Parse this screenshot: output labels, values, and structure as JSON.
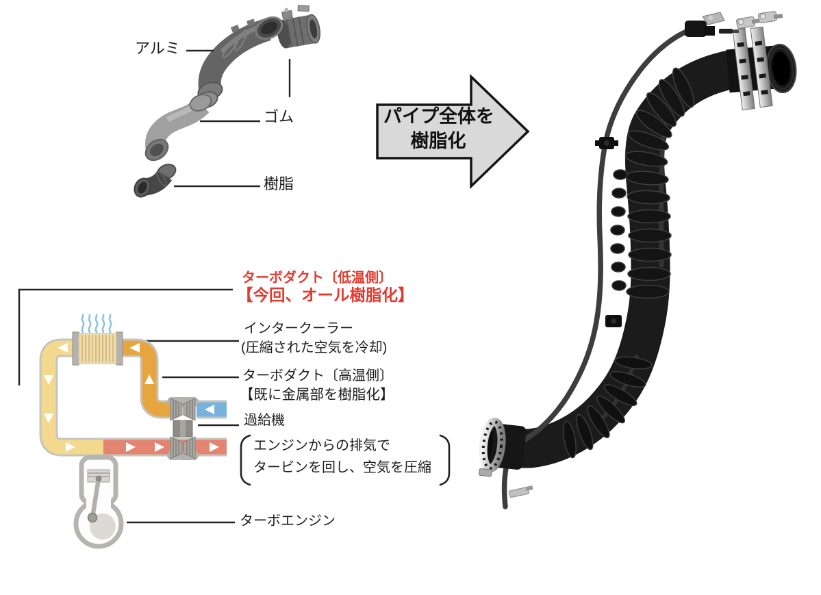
{
  "parts_diagram": {
    "labels": {
      "aluminum": "アルミ",
      "rubber": "ゴム",
      "resin": "樹脂"
    }
  },
  "arrow": {
    "line1": "パイプ全体を",
    "line2": "樹脂化"
  },
  "system": {
    "turbo_duct_low": {
      "line1": "ターボダクト〔低温側〕",
      "line2": "【今回、オール樹脂化】"
    },
    "intercooler": {
      "name": "インタークーラー",
      "note": "(圧縮された空気を冷却)"
    },
    "turbo_duct_high": {
      "name": "ターボダクト〔高温側〕",
      "note": "【既に金属部を樹脂化】"
    },
    "turbocharger": {
      "name": "過給機",
      "note_line1": "エンジンからの排気で",
      "note_line2": "タービンを回し、空気を圧縮"
    },
    "turbo_engine": {
      "name": "ターボエンジン"
    }
  },
  "colors": {
    "red_label": "#e23a2e",
    "arrow_fill": "#d9d9d9",
    "pipe_outline": "#c6c4bd",
    "cold_air_pipe": "#f3d98e",
    "hot_air_pipe": "#e6a53e",
    "exhaust_pipe": "#e28470",
    "intake_air_pipe": "#7ab2de",
    "intercooler_core": "#eedcab"
  }
}
